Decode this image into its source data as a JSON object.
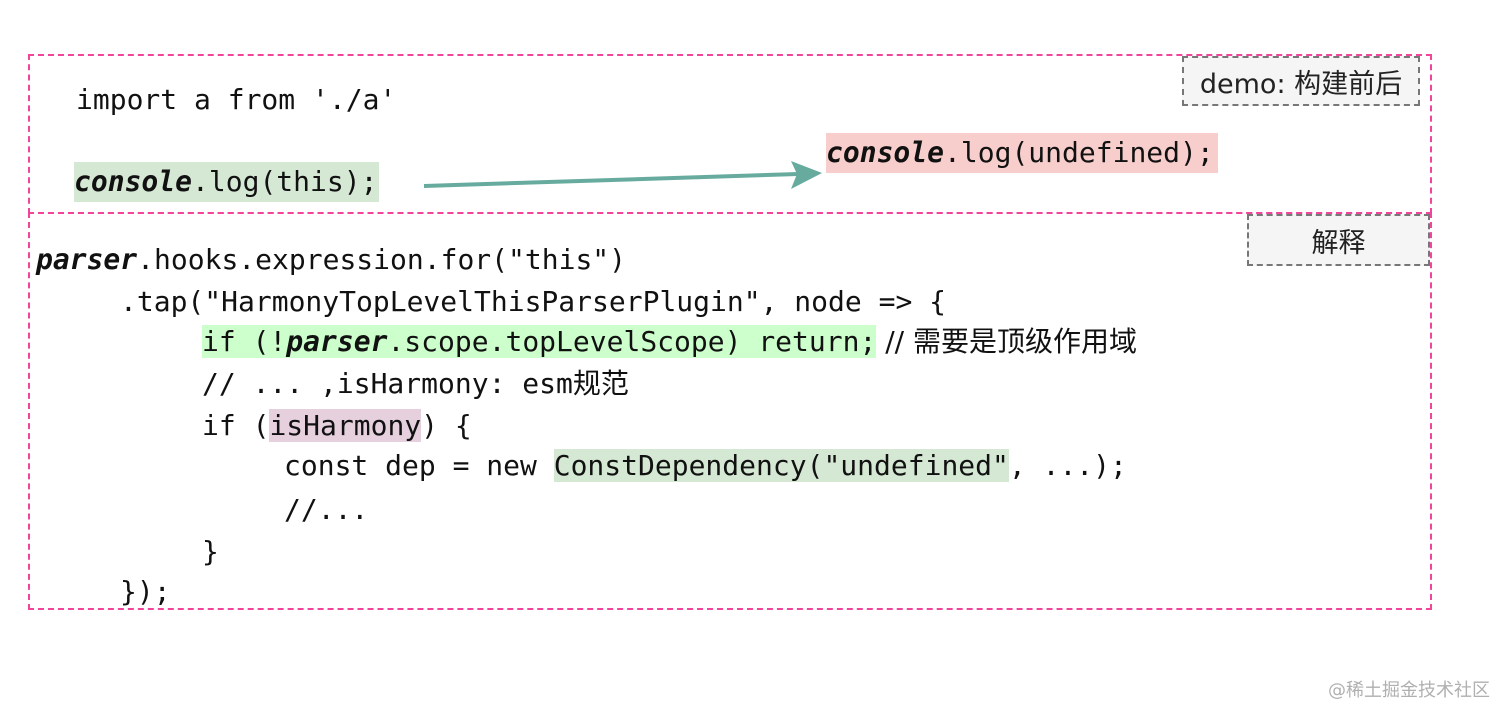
{
  "demo": {
    "label": "demo: 构建前后",
    "before_import": "import a from './a'",
    "before_log": {
      "obj": "console",
      "rest": ".log(this);"
    },
    "after_log": {
      "obj": "console",
      "rest": ".log(undefined);"
    }
  },
  "explain": {
    "label": "解释",
    "lines": {
      "l1": {
        "obj": "parser",
        "rest": ".hooks.expression.for(\"this\")"
      },
      "l2": ".tap(\"HarmonyTopLevelThisParserPlugin\", node => {",
      "l3": {
        "pre": "if (!",
        "obj": "parser",
        "post": ".scope.topLevelScope) return;",
        "comment": " // 需要是顶级作用域"
      },
      "l4": "// ... ,isHarmony: esm规范",
      "l5": {
        "pre": "if (",
        "hl": "isHarmony",
        "post": ") {"
      },
      "l6": {
        "pre": "const dep = new ",
        "hl": "ConstDependency(\"undefined\"",
        "post": ", ...);"
      },
      "l7": "//...",
      "l8": "}",
      "l9": "});"
    }
  },
  "colors": {
    "border": "#f0459a",
    "arrow": "#67ab9f",
    "green": "#d5e8d4",
    "bright_green": "#ccffcc",
    "red": "#f8cecc",
    "purple": "#e6d0de"
  },
  "watermark": "@稀土掘金技术社区"
}
